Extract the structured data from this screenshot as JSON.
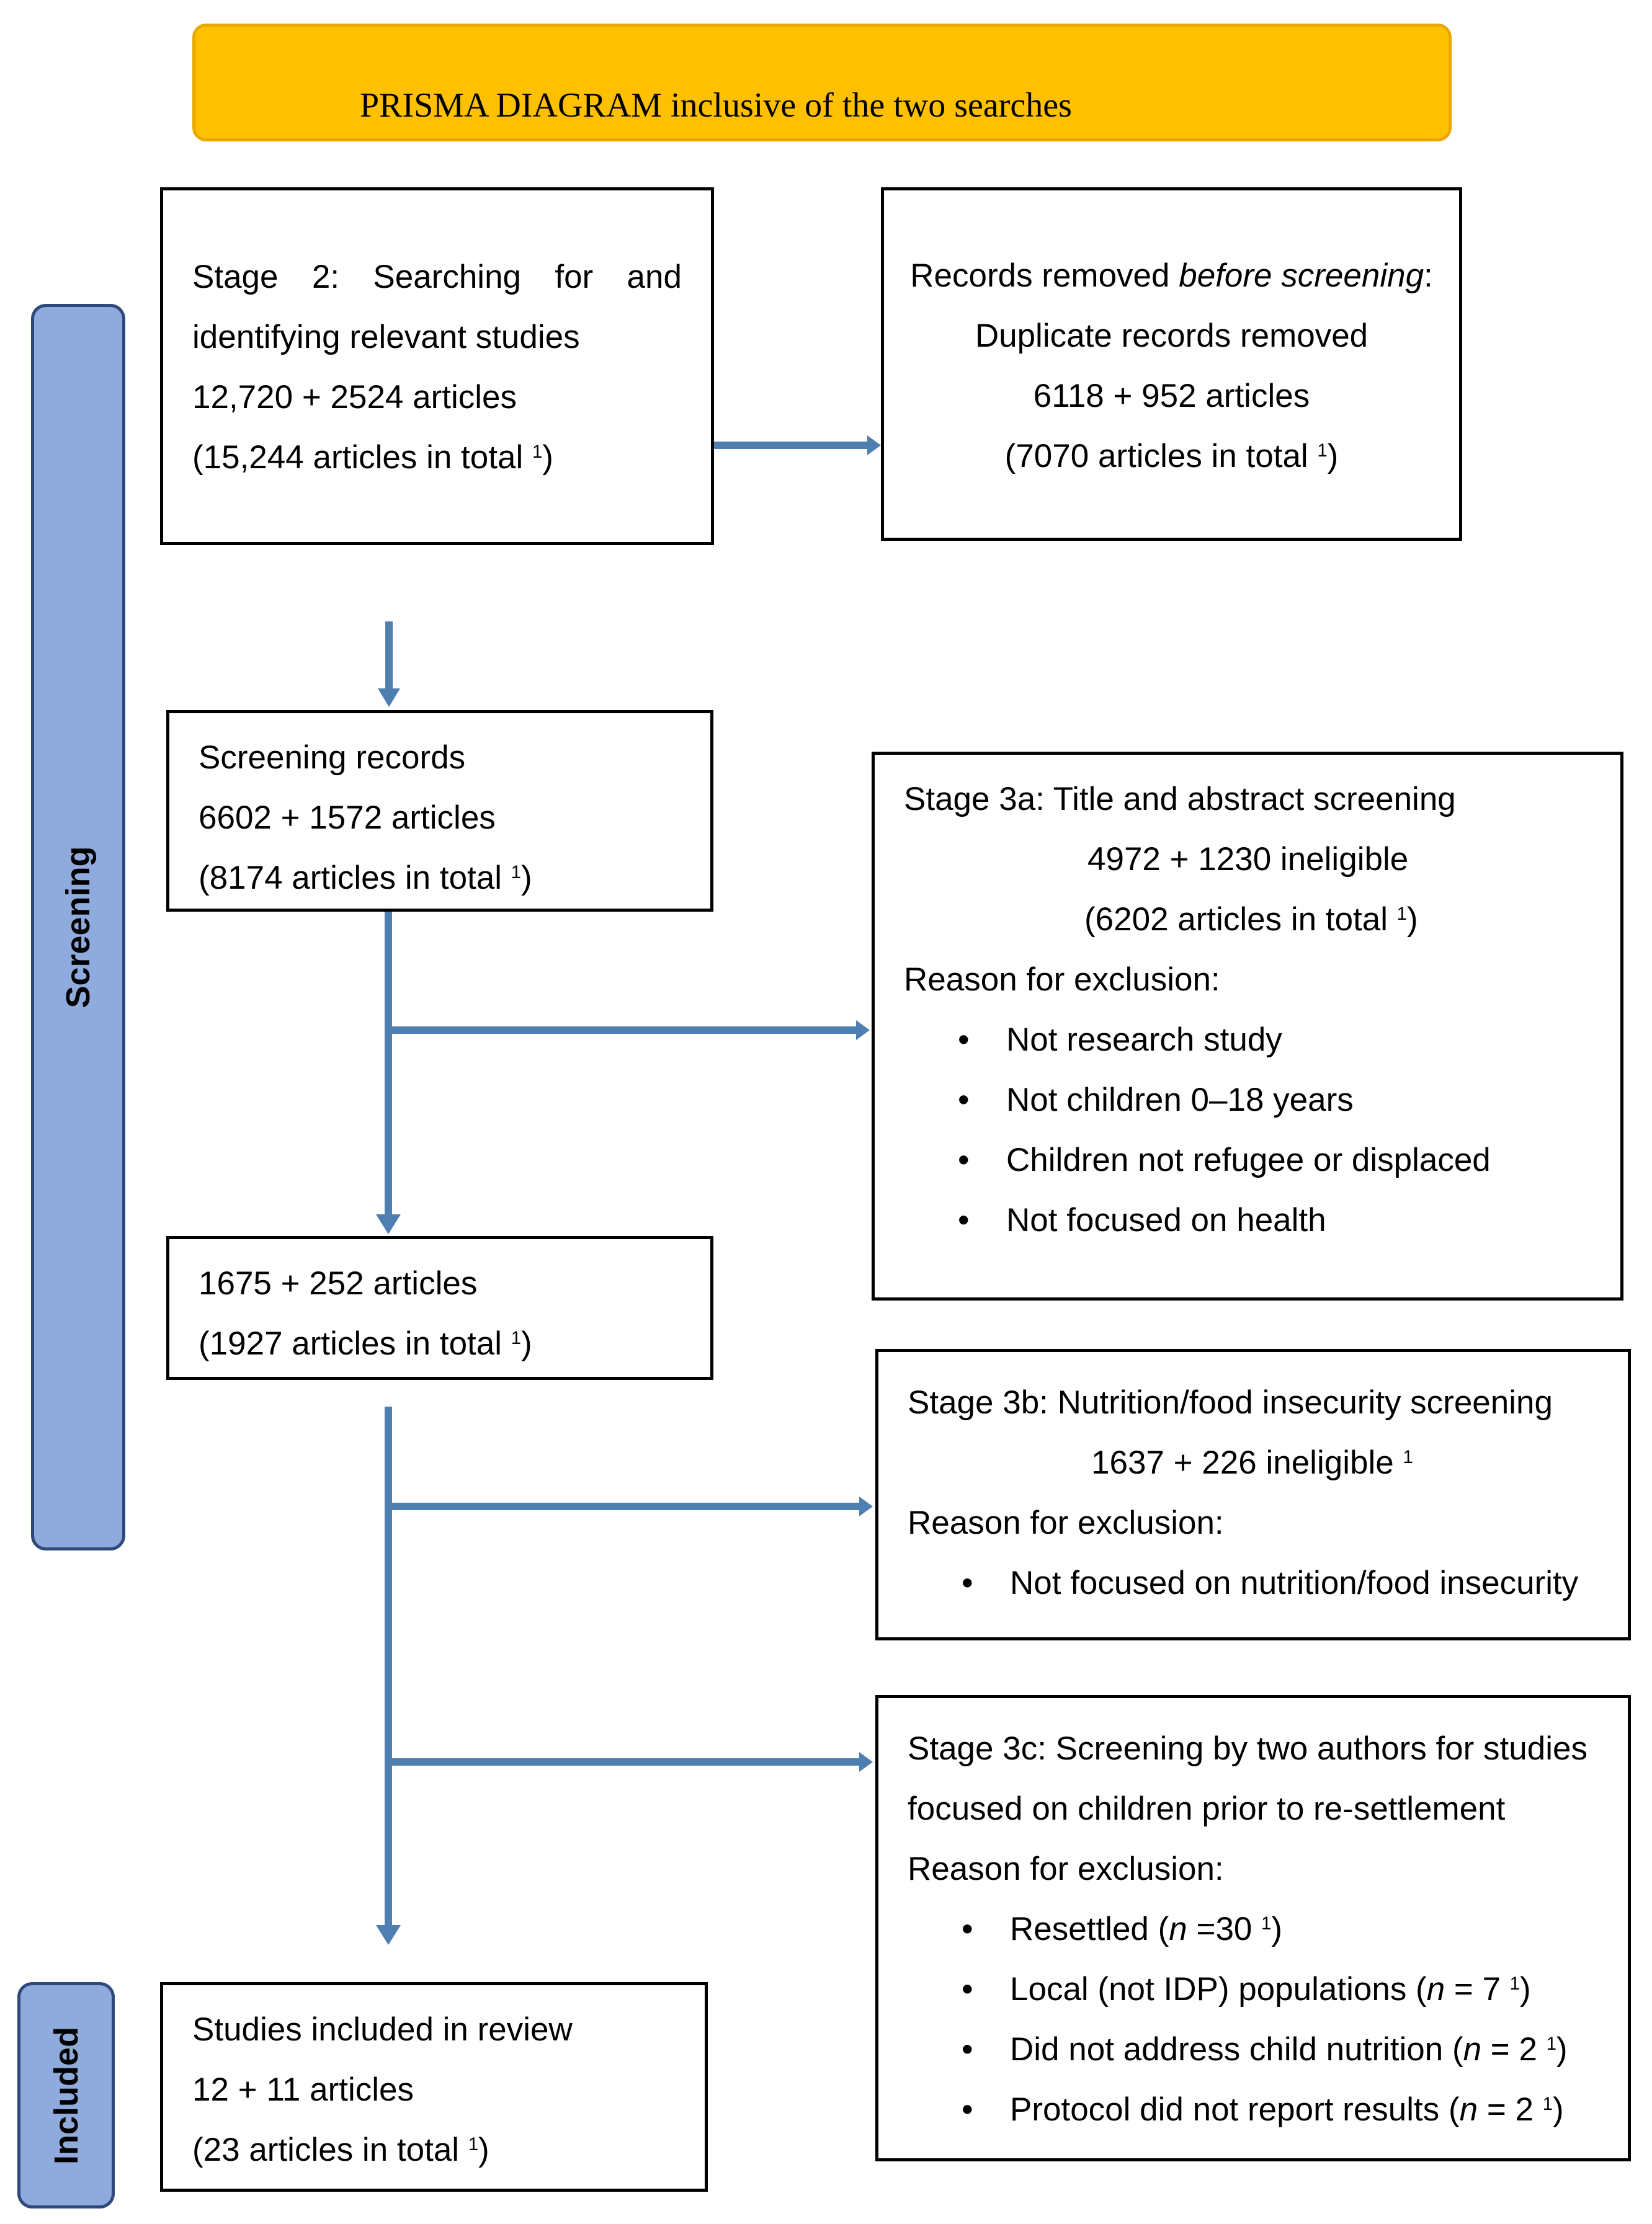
{
  "title": "PRISMA DIAGRAM inclusive of the two searches",
  "side_labels": {
    "screening": "Screening",
    "included": "Included"
  },
  "boxes": {
    "stage2": {
      "line1_words": [
        "Stage",
        "2:",
        "Searching",
        "for",
        "and"
      ],
      "line2": "identifying relevant studies",
      "line3": "12,720 + 2524 articles",
      "line4": "(15,244 articles in total ",
      "sup": "1",
      "close": ")"
    },
    "removed": {
      "line1_a": "Records removed ",
      "line1_b": "before screening",
      "line1_c": ":",
      "line2": "Duplicate records removed",
      "line3": "6118 + 952 articles",
      "line4": "(7070 articles in total ",
      "sup": "1",
      "close": ")"
    },
    "screening": {
      "line1": "Screening records",
      "line2": "6602 + 1572 articles",
      "line3": "(8174 articles in total ",
      "sup": "1",
      "close": ")"
    },
    "stage3a": {
      "line1": "Stage 3a: Title and abstract screening",
      "line2": "4972 + 1230 ineligible",
      "line3": "(6202 articles in total ",
      "sup": "1",
      "close": ")",
      "reason": "Reason for exclusion:",
      "bullets": [
        "Not research study",
        "Not children 0–18 years",
        "Children not refugee or displaced",
        "Not focused on health"
      ]
    },
    "after3a": {
      "line1": "1675 + 252 articles",
      "line2": "(1927 articles in total ",
      "sup": "1",
      "close": ")"
    },
    "stage3b": {
      "line1": "Stage 3b: Nutrition/food insecurity screening",
      "line2": "1637 + 226 ineligible ",
      "sup": "1",
      "reason": "Reason for exclusion:",
      "bullets": [
        "Not focused on nutrition/food insecurity"
      ]
    },
    "stage3c": {
      "line1": "Stage 3c: Screening by two authors for studies",
      "line2": "focused on children prior to re-settlement",
      "reason": "Reason for exclusion:",
      "b1_a": "Resettled (",
      "b1_n": "n",
      "b1_b": " =30 ",
      "b1_sup": "1",
      "b1_c": ")",
      "b2_a": "Local (not IDP) populations (",
      "b2_n": "n",
      "b2_b": " = 7 ",
      "b2_sup": "1",
      "b2_c": ")",
      "b3_a": "Did not address child nutrition (",
      "b3_n": "n",
      "b3_b": " = 2 ",
      "b3_sup": "1",
      "b3_c": ")",
      "b4_a": "Protocol did not report results (",
      "b4_n": "n",
      "b4_b": " = 2 ",
      "b4_sup": "1",
      "b4_c": ")"
    },
    "included": {
      "line1": "Studies included in review",
      "line2": "12 + 11 articles",
      "line3": "(23 articles in total ",
      "sup": "1",
      "close": ")"
    }
  },
  "colors": {
    "arrow": "#4F7FB0",
    "title_bar": "#FFC000",
    "side_bar": "#8FAADC"
  }
}
